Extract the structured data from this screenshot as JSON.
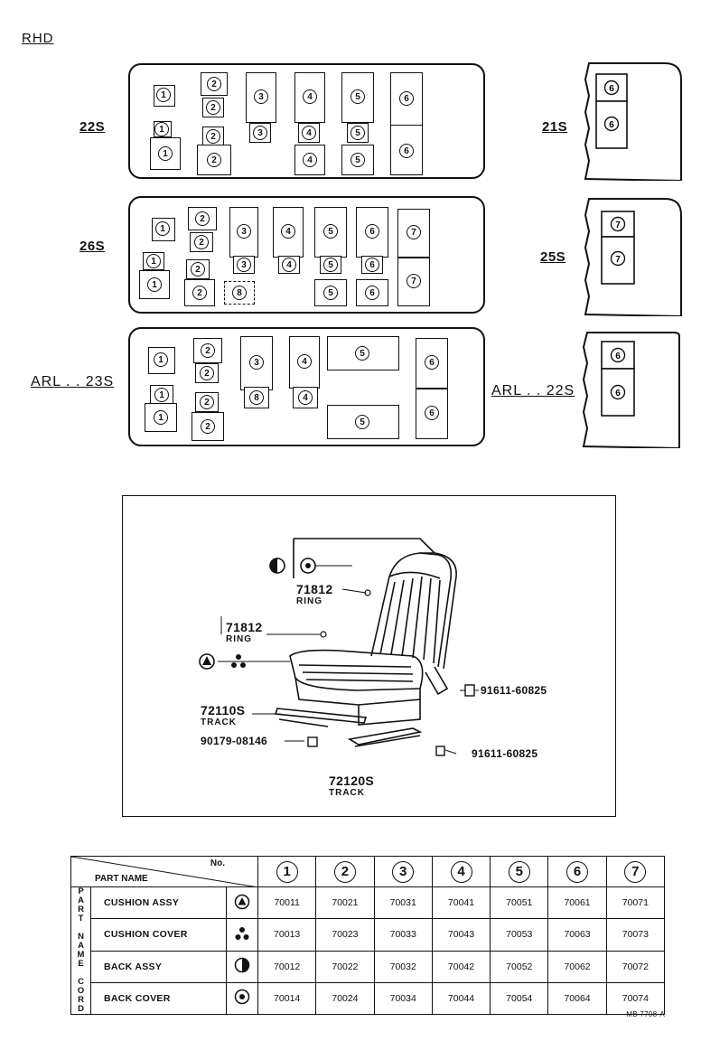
{
  "header": {
    "rhd": "RHD"
  },
  "layouts": {
    "l22s": {
      "label": "22S"
    },
    "l21s": {
      "label": "21S"
    },
    "l26s": {
      "label": "26S"
    },
    "l25s": {
      "label": "25S"
    },
    "arl23s": {
      "label": "ARL . . 23S"
    },
    "arl22s": {
      "label": "ARL . . 22S"
    }
  },
  "seat_nums": [
    "1",
    "2",
    "3",
    "4",
    "5",
    "6",
    "7",
    "8"
  ],
  "diagram": {
    "ring_top": {
      "code": "71812",
      "name": "RING"
    },
    "ring_left": {
      "code": "71812",
      "name": "RING"
    },
    "track_left": {
      "code": "72110S",
      "name": "TRACK"
    },
    "track_bottom": {
      "code": "72120S",
      "name": "TRACK"
    },
    "bolt_right_upper": "91611-60825",
    "bolt_right_lower": "91611-60825",
    "bolt_left": "90179-08146"
  },
  "table": {
    "no_label": "No.",
    "part_name_label": "PART NAME",
    "side_label": "PART NAME CORD",
    "columns": [
      "1",
      "2",
      "3",
      "4",
      "5",
      "6",
      "7"
    ],
    "rows": [
      {
        "name": "CUSHION ASSY",
        "symbol": "triangle-circle-icon",
        "values": [
          "70011",
          "70021",
          "70031",
          "70041",
          "70051",
          "70061",
          "70071"
        ]
      },
      {
        "name": "CUSHION COVER",
        "symbol": "three-dots-icon",
        "values": [
          "70013",
          "70023",
          "70033",
          "70043",
          "70053",
          "70063",
          "70073"
        ]
      },
      {
        "name": "BACK ASSY",
        "symbol": "half-circle-icon",
        "values": [
          "70012",
          "70022",
          "70032",
          "70042",
          "70052",
          "70062",
          "70072"
        ]
      },
      {
        "name": "BACK COVER",
        "symbol": "circle-dot-icon",
        "values": [
          "70014",
          "70024",
          "70034",
          "70044",
          "70054",
          "70064",
          "70074"
        ]
      }
    ]
  },
  "footer": {
    "ref": "MB 7708-A"
  }
}
